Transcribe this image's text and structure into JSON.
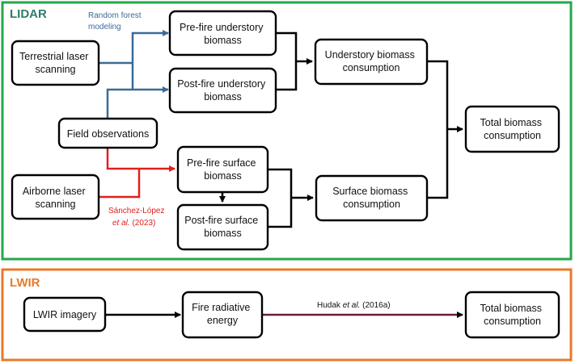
{
  "colors": {
    "lidar_frame": "#22a84a",
    "lwir_frame": "#e8792b",
    "lidar_title": "#2e7d6b",
    "lwir_title": "#e8792b",
    "blue_connector": "#3b6a99",
    "red_connector": "#e0201b",
    "purple_connector": "#6b1a3a"
  },
  "lidar": {
    "title": "LIDAR",
    "boxes": {
      "terrestrial": [
        "Terrestrial laser",
        "scanning"
      ],
      "field": [
        "Field observations"
      ],
      "airborne": [
        "Airborne laser",
        "scanning"
      ],
      "pre_understory": [
        "Pre-fire understory",
        "biomass"
      ],
      "post_understory": [
        "Post-fire understory",
        "biomass"
      ],
      "pre_surface": [
        "Pre-fire surface",
        "biomass"
      ],
      "post_surface": [
        "Post-fire surface",
        "biomass"
      ],
      "understory_consumption": [
        "Understory biomass",
        "consumption"
      ],
      "surface_consumption": [
        "Surface biomass",
        "consumption"
      ],
      "total_consumption": [
        "Total biomass",
        "consumption"
      ]
    },
    "notes": {
      "random_forest": [
        "Random forest",
        "modeling"
      ],
      "sanchez_line1": "Sánchez-López",
      "sanchez_etal": "et al.",
      "sanchez_year": " (2023)"
    }
  },
  "lwir": {
    "title": "LWIR",
    "boxes": {
      "imagery": [
        "LWIR imagery"
      ],
      "frp": [
        "Fire radiative",
        "energy"
      ],
      "total": [
        "Total biomass",
        "consumption"
      ]
    },
    "notes": {
      "hudak_author": "Hudak ",
      "hudak_etal": "et al.",
      "hudak_year": " (2016a)"
    }
  }
}
